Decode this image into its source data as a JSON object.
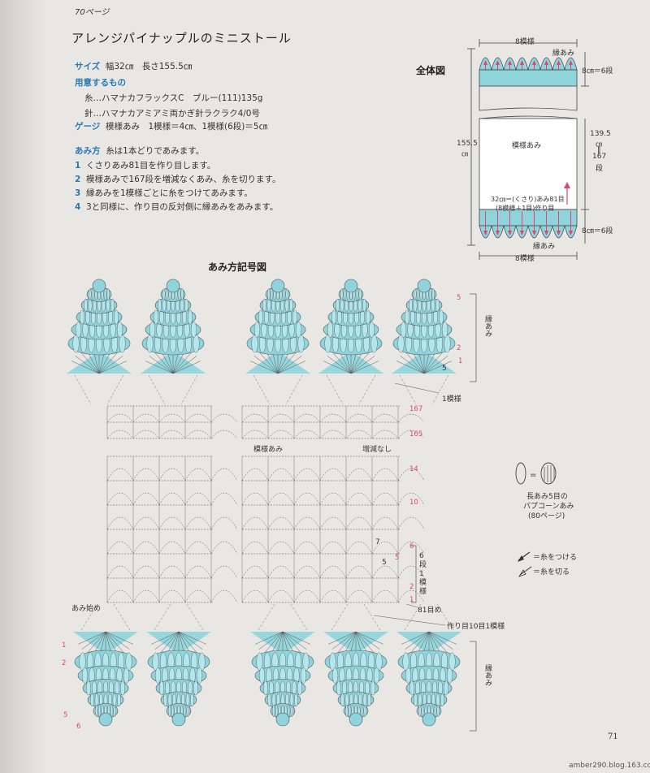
{
  "header": {
    "ref": "70ページ",
    "title": "アレンジパイナップルのミニストール"
  },
  "specs": {
    "size_label": "サイズ",
    "size_value": "幅32㎝　長さ155.5㎝",
    "materials_label": "用意するもの",
    "yarn": "糸…ハマナカフラックスC　ブルー(111)135g",
    "needle": "針…ハマナカアミアミ両かぎ針ラクラク4/0号",
    "gauge_label": "ゲージ",
    "gauge_value": "模様あみ　1模様＝4㎝、1模様(6段)＝5㎝"
  },
  "method": {
    "label": "あみ方",
    "intro": "糸は1本どりであみます。",
    "steps": [
      {
        "n": "1",
        "text": "くさりあみ81目を作り目します。"
      },
      {
        "n": "2",
        "text": "模様あみで167段を増減なくあみ、糸を切ります。"
      },
      {
        "n": "3",
        "text": "縁あみを1模様ごとに糸をつけてあみます。"
      },
      {
        "n": "4",
        "text": "3と同様に、作り目の反対側に縁あみをあみます。"
      }
    ]
  },
  "overview": {
    "title": "全体図",
    "top_width": "8模様",
    "top_edging": "縁あみ",
    "edge_height_top": "8㎝＝6段",
    "length": "155.5",
    "length_unit": "㎝",
    "body_length_1": "139.5",
    "body_length_unit": "㎝",
    "body_length_eq": "‖",
    "body_rows": "167",
    "body_rows_unit": "段",
    "pattern": "模様あみ",
    "cast_on_1": "32㎝＝(くさり)あみ81目",
    "cast_on_2": "(8模様＋1目)作り目",
    "edge_height_bottom": "8㎝＝6段",
    "bottom_edging": "縁あみ",
    "bottom_width": "8模様"
  },
  "chart": {
    "title": "あみ方記号図",
    "edging_label": "縁あみ",
    "repeat_label": "1模様",
    "pattern_label": "模様あみ",
    "no_change": "増減なし",
    "row_167": "167",
    "row_165": "165",
    "row_14": "14",
    "row_10": "10",
    "row_6": "6",
    "row_5": "5",
    "row_2": "2",
    "row_1": "1",
    "six_rows": "6段1模様",
    "start": "あみ始め",
    "count_81": "81目め",
    "cast_on_repeat": "作り目10目1模様",
    "edge_row_6": "6",
    "edge_row_5": "5",
    "edge_row_2": "2",
    "edge_row_1": "1",
    "inner_7": "7",
    "inner_5": "5"
  },
  "legend": {
    "popcorn_1": "長あみ5目の",
    "popcorn_2": "パプコーンあみ",
    "popcorn_3": "(80ページ)",
    "attach": "＝糸をつける",
    "cut": "＝糸を切る"
  },
  "footer": {
    "page": "71",
    "url": "amber290.blog.163.com"
  },
  "colors": {
    "accent_blue": "#2a7ab0",
    "motif_fill": "#8fd4dd",
    "row_red": "#e0456e",
    "stitch_line": "#555555"
  }
}
